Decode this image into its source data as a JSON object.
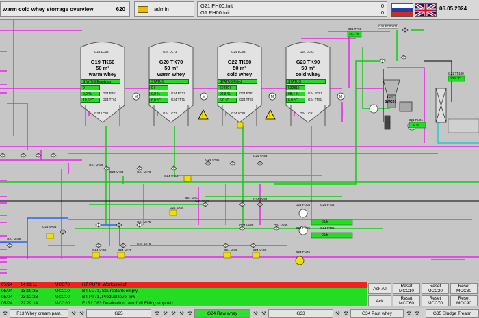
{
  "header": {
    "title": "warm cold whey storrage overview",
    "screen_no": "620",
    "user": "admin",
    "messages": [
      {
        "id": "G21",
        "text": "PH00.Init",
        "value": "0"
      },
      {
        "id": "G1",
        "text": "PH00.Init",
        "value": "0"
      }
    ],
    "date": "06.05.2024"
  },
  "tanks": [
    {
      "name": "G19 TK60",
      "volume": "50 m³",
      "product": "warm whey",
      "status": "STATUS Emptying",
      "v1": "0 l",
      "v2": "0,0 %",
      "v3": "10,6 °C",
      "lc": "G24 LC61",
      "ls": "G24 LC63",
      "pt": "G24 PT61",
      "tt": "G24 TT61"
    },
    {
      "name": "G20 TK70",
      "volume": "50 m³",
      "product": "warm whey",
      "status": "STATUS",
      "v1": "0 l",
      "v2": "0,0 %",
      "v3": "6,0 °C",
      "lc": "G24 LC71",
      "ls": "G24 LC73",
      "pt": "G24 PT71",
      "tt": "G24 TT71"
    },
    {
      "name": "G22 TK80",
      "volume": "50 m³",
      "product": "cold whey",
      "status": "STATUS Filled",
      "v1": "50480 l",
      "v2": "92,8 %",
      "v3": "6,0 °C",
      "lc": "G24 LC81",
      "ls": "G24 LC83",
      "pt": "G24 PT81",
      "tt": "G24 TT81"
    },
    {
      "name": "G23 TK90",
      "volume": "50 m³",
      "product": "cold whey",
      "status": "STATUS",
      "v1": "53281 l",
      "v2": "98,4 %",
      "v3": "6,0 °C",
      "lc": "G24 LC91",
      "ls": "G24 LC93",
      "pt": "G24 PT91",
      "tt": "G24 TT91"
    }
  ],
  "right_panel": {
    "tt01": "G21 TT01",
    "tt01_val": "10,1 °C",
    "tt100": "G21 TT100",
    "tt100_val": "13,5 °C",
    "lvl_val": "0 %",
    "sep_id": "G21",
    "sep_name": "SWC01",
    "hm": "G21 FC00/G1",
    "pu": "G21 PU01"
  },
  "valve_labels": [
    "G24 VA80",
    "G24 VA83",
    "G24 VA73",
    "G24 VA53",
    "G24 VA84",
    "G24 VA93",
    "G24 VA74",
    "G24 VA94",
    "G24 VA44",
    "G24 VA75",
    "G24 VA63",
    "G24 VA76",
    "G24 VA35",
    "G24 VA54",
    "G24 VA85",
    "G24 VA95",
    "G24 VA68",
    "G24 VA78",
    "G24 VA88",
    "G24 VA98",
    "G24 PU04",
    "G24 PT04",
    "G24 PU05",
    "G24 PT05",
    "G24 PU06"
  ],
  "flow_readouts": {
    "pt04": "0 l/h",
    "pt05": "0 l/h"
  },
  "alarms": [
    {
      "date": "05/24",
      "time": "14:11:11",
      "unit": "MCC70",
      "text": "H7 PU70, Worksswitch",
      "color": "red"
    },
    {
      "date": "05/24",
      "time": "23:19:35",
      "unit": "MCC10",
      "text": "B4 LC71, Sourcetank empty",
      "color": "green"
    },
    {
      "date": "05/24",
      "time": "23:12:38",
      "unit": "MCC10",
      "text": "B4 PT71, Product level low",
      "color": "green"
    },
    {
      "date": "05/24",
      "time": "22:29:14",
      "unit": "MCC20",
      "text": "F15 LC63 Destination tank full! Filling stopped",
      "color": "green"
    }
  ],
  "ack": {
    "ack_all": "Ack All",
    "ack": "Ack",
    "reset": "Reset",
    "reset_buttons": [
      "MCC10",
      "MCC20",
      "MCC30",
      "MCC60",
      "MCC70",
      "MCC90"
    ]
  },
  "nav": {
    "items": [
      "F13 Whey cream past.",
      "G25",
      "G24 Raw whey",
      "G33",
      "G34 Past whey",
      "G35 Sludge Treatm"
    ]
  }
}
